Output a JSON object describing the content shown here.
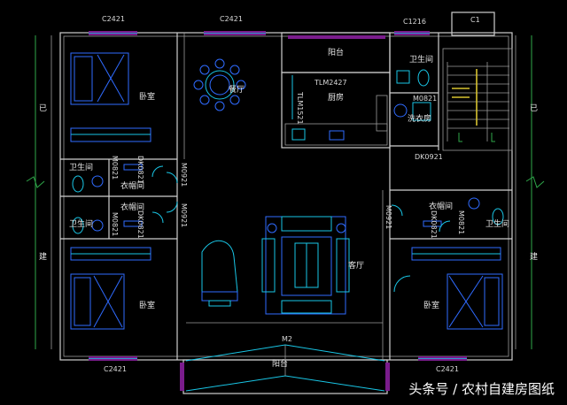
{
  "rooms": {
    "bedroom_tl": "卧室",
    "dining": "餐厅",
    "balcony_top": "阳台",
    "kitchen": "厨房",
    "bath_top": "卫生间",
    "laundry": "洗衣房",
    "bath_l1": "卫生间",
    "closet_l1": "衣帽间",
    "closet_l2": "衣帽间",
    "bath_l2": "卫生间",
    "closet_r": "衣帽间",
    "bath_r": "卫生间",
    "living": "客厅",
    "bedroom_bl": "卧室",
    "bedroom_br": "卧室",
    "balcony_bottom": "阳台"
  },
  "codes": {
    "c_top1": "C2421",
    "c_top2": "C2421",
    "c_top3": "C1216",
    "c1": "C1",
    "c_bot1": "C2421",
    "c_bot2": "C2421",
    "tlm_h": "TLM2427",
    "tlm_v": "TLM1521",
    "m0821_top": "M0821",
    "dk0921": "DK0921",
    "m0821_l1": "M0821",
    "dk0821_l1": "DK0821",
    "m0921_l1": "M0921",
    "m0821_l2": "M0821",
    "dk0821_l2": "DK0821",
    "m0921_l2": "M0921",
    "m0921_r": "M0921",
    "dk0821_r": "DK0821",
    "m0821_r": "M0821",
    "m2": "M2"
  },
  "side": {
    "left_top": "已",
    "left_bottom": "建",
    "right_top": "已",
    "right_bottom": "建"
  },
  "watermark": "头条号 / 农村自建房图纸"
}
